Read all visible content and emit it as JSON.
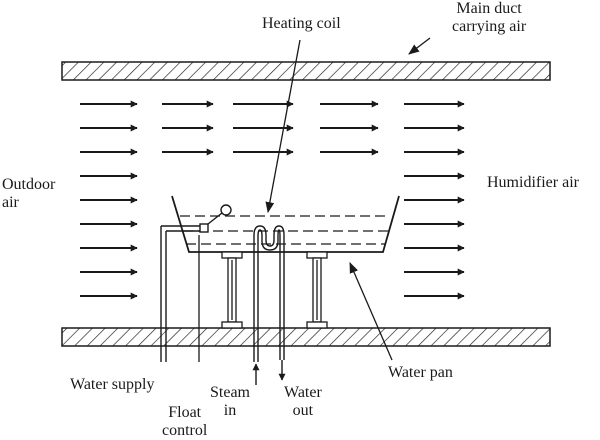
{
  "labels": {
    "main_duct": [
      "Main duct",
      "carrying air"
    ],
    "heating_coil": "Heating coil",
    "outdoor_air": [
      "Outdoor",
      "air"
    ],
    "humidifier_air": "Humidifier air",
    "water_supply": "Water supply",
    "float_control": [
      "Float",
      "control"
    ],
    "steam_in": [
      "Steam",
      "in"
    ],
    "water_out": [
      "Water",
      "out"
    ],
    "water_pan": "Water pan"
  },
  "colors": {
    "ink": "#1a1a1a",
    "background": "#ffffff"
  }
}
